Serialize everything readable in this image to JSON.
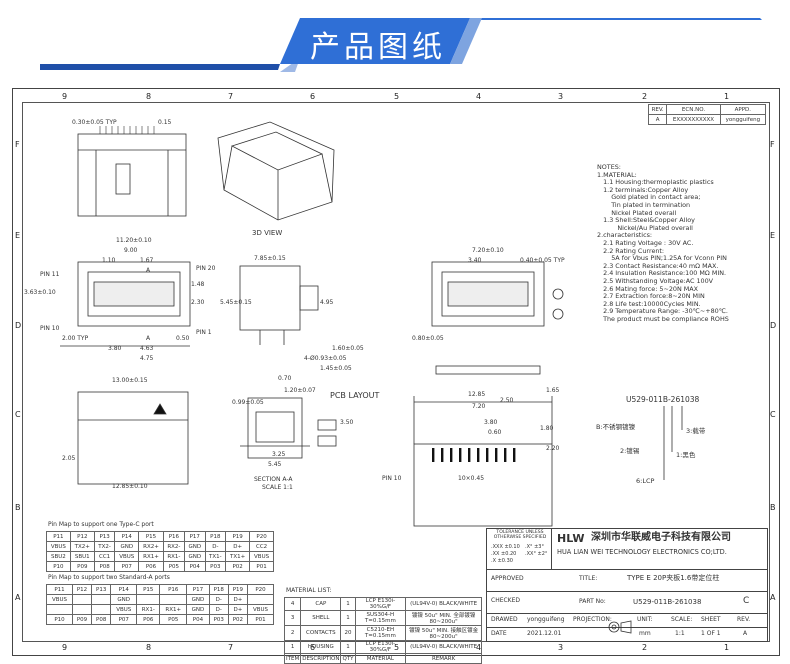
{
  "banner": {
    "title": "产品图纸",
    "color": "#2f6fd6"
  },
  "zones": {
    "columns": [
      "9",
      "8",
      "7",
      "6",
      "5",
      "4",
      "3",
      "2",
      "1"
    ],
    "rows": [
      "F",
      "E",
      "D",
      "C",
      "B",
      "A"
    ]
  },
  "revision": {
    "headers": [
      "REV.",
      "ECN.NO.",
      "APPD."
    ],
    "row": [
      "A",
      "EXXXXXXXXXX",
      "yongguifeng"
    ]
  },
  "views": {
    "view3d": "3D VIEW",
    "pcb_layout": "PCB LAYOUT",
    "section": "SECTION A-A",
    "scale": "SCALE 1:1",
    "pin11": "PIN 11",
    "pin20": "PIN 20",
    "pin1": "PIN 1",
    "pin10": "PIN 10",
    "pin10b": "PIN 10",
    "label_a": "A",
    "label_a2": "A"
  },
  "dims": {
    "d_0_30": "0.30±0.05 TYP",
    "d_0_15": "0.15",
    "d_11_20": "11.20±0.10",
    "d_9_00": "9.00",
    "d_1_10": "1.10",
    "d_1_67": "1.67",
    "d_2_00": "2.00 TYP",
    "d_3_80": "3.80",
    "d_4_63": "4.63",
    "d_4_75": "4.75",
    "d_0_50": "0.50",
    "d_1_48": "1.48",
    "d_2_30": "2.30",
    "d_3_63": "3.63±0.10",
    "d_7_85": "7.85±0.15",
    "d_5_45s": "5.45±0.15",
    "d_4_95": "4.95",
    "d_1_60": "1.60±0.05",
    "d_0_93": "4-Ø0.93±0.05",
    "d_1_45": "1.45±0.05",
    "d_7_20": "7.20±0.10",
    "d_0_40": "0.40±0.05 TYP",
    "d_3_40": "3.40",
    "d_0_80": "0.80±0.05",
    "d_13_00": "13.00±0.15",
    "d_12_85": "12.85±0.10",
    "d_2_05": "2.05",
    "d_0_70": "0.70",
    "d_1_20": "1.20±0.07",
    "d_0_99": "0.99±0.05",
    "d_3_25": "3.25",
    "d_5_45": "5.45",
    "d_3_50": "3.50",
    "d_12_85b": "12.85",
    "d_7_20b": "7.20",
    "d_2_50": "2.50",
    "d_3_80b": "3.80",
    "d_0_60": "0.60",
    "d_1_65": "1.65",
    "d_1_80": "1.80",
    "d_2_20": "2.20",
    "d_10_45": "10×0.45"
  },
  "notes": "NOTES:\n1.MATERIAL:\n   1.1 Housing:thermoplastic plastics\n   1.2 terminals:Copper Alloy\n       Gold plated in contact area;\n       Tin plated in termination\n       Nickel Plated overall\n   1.3 Shell:Steel&Copper Alloy\n          Nickel/Au Plated overall\n2.characteristics:\n   2.1 Rating Voltage : 30V AC.\n   2.2 Rating Current:\n       5A for Vbus PIN;1.25A for Vconn PIN\n   2.3 Contact Resistance:40 mΩ MAX.\n   2.4 Insulation Resistance:100 MΩ MIN.\n   2.5 Withstanding Voltage:AC 100V\n   2.6 Mating force: 5~20N MAX\n   2.7 Extraction force:8~20N MIN\n   2.8 Life test:10000Cycles MIN.\n   2.9 Temperature Range: -30℃~+80℃.\n   The product must be compliance ROHS",
  "part_code": {
    "code": "U529-011B-261038",
    "b": "B:不锈钢镀镍",
    "c2": "2:镀锡",
    "c3": "3:载带",
    "c1": "1:黑色",
    "c6": "6:LCP"
  },
  "pinmap1": {
    "caption": "Pin Map to support one Type-C port",
    "header": [
      "P11",
      "P12",
      "P13",
      "P14",
      "P15",
      "P16",
      "P17",
      "P18",
      "P19",
      "P20"
    ],
    "row1": [
      "VBUS",
      "TX2+",
      "TX2-",
      "GND",
      "RX2+",
      "RX2-",
      "GND",
      "D-",
      "D+",
      "CC2"
    ],
    "row2": [
      "SBU2",
      "SBU1",
      "CC1",
      "VBUS",
      "RX1+",
      "RX1-",
      "GND",
      "TX1-",
      "TX1+",
      "VBUS"
    ],
    "footer": [
      "P10",
      "P09",
      "P08",
      "P07",
      "P06",
      "P05",
      "P04",
      "P03",
      "P02",
      "P01"
    ]
  },
  "pinmap2": {
    "caption": "Pin Map to support two Standard-A ports",
    "header": [
      "P11",
      "P12",
      "P13",
      "P14",
      "P15",
      "P16",
      "P17",
      "P18",
      "P19",
      "P20"
    ],
    "row1": [
      "VBUS",
      "",
      "",
      "GND",
      "",
      "",
      "GND",
      "D-",
      "D+",
      ""
    ],
    "row2": [
      "",
      "",
      "",
      "VBUS",
      "RX1-",
      "RX1+",
      "GND",
      "D-",
      "D+",
      "VBUS"
    ],
    "footer": [
      "P10",
      "P09",
      "P08",
      "P07",
      "P06",
      "P05",
      "P04",
      "P03",
      "P02",
      "P01"
    ]
  },
  "materials": {
    "caption": "MATERIAL LIST:",
    "rows": [
      [
        "4",
        "CAP",
        "1",
        "LCP E130i-30%G/F",
        "(UL94V-0) BLACK/WHITE"
      ],
      [
        "3",
        "SHELL",
        "1",
        "SUS304-H T=0.15mm",
        "镀镍 50u\" MIN. 全部镀镍 80~200u\""
      ],
      [
        "2",
        "CONTACTS",
        "20",
        "C5210-EH T=0.15mm",
        "镀镍 50u\" MIN. 接触区镀金 80~200u\""
      ],
      [
        "1",
        "HOUSING",
        "1",
        "LCP E130i-30%G/F",
        "(UL94V-0) BLACK/WHITE"
      ]
    ],
    "footer": [
      "ITEM",
      "DESCRIPTION",
      "QTY",
      "MATERIAL",
      "REMARK"
    ]
  },
  "title_block": {
    "tolerance_title": "TOLERANCE UNLESS OTHERWISE SPECIFIED",
    "tol_left": [
      ".XXX ±0.10",
      ".XX ±0.20",
      ".X ±0.30"
    ],
    "tol_right": [
      ".X° ±3°",
      ".XX° ±2°"
    ],
    "company_cn": "深圳市华联威电子科技有限公司",
    "company_en": "HUA LIAN WEI TECHNOLOGY ELECTRONICS CO;LTD.",
    "logo": "HLW",
    "approved": "APPROVED",
    "title_label": "TITLE:",
    "title_value": "TYPE E 20P夹板1.6带定位柱",
    "checked": "CHECKED",
    "part_label": "PART No:",
    "part_value": "U529-011B-261038",
    "rev_value": "C",
    "drawn": "DRAWED",
    "drawn_by": "yongguifeng",
    "date": "DATE",
    "date_value": "2021.12.01",
    "projection": "PROJECTION:",
    "unit_label": "UNIT:",
    "unit_value": "mm",
    "scale_label": "SCALE:",
    "scale_value": "1:1",
    "sheet_label": "SHEET",
    "sheet_value": "1 OF 1",
    "rev_label": "REV.",
    "rev_value2": "A"
  }
}
